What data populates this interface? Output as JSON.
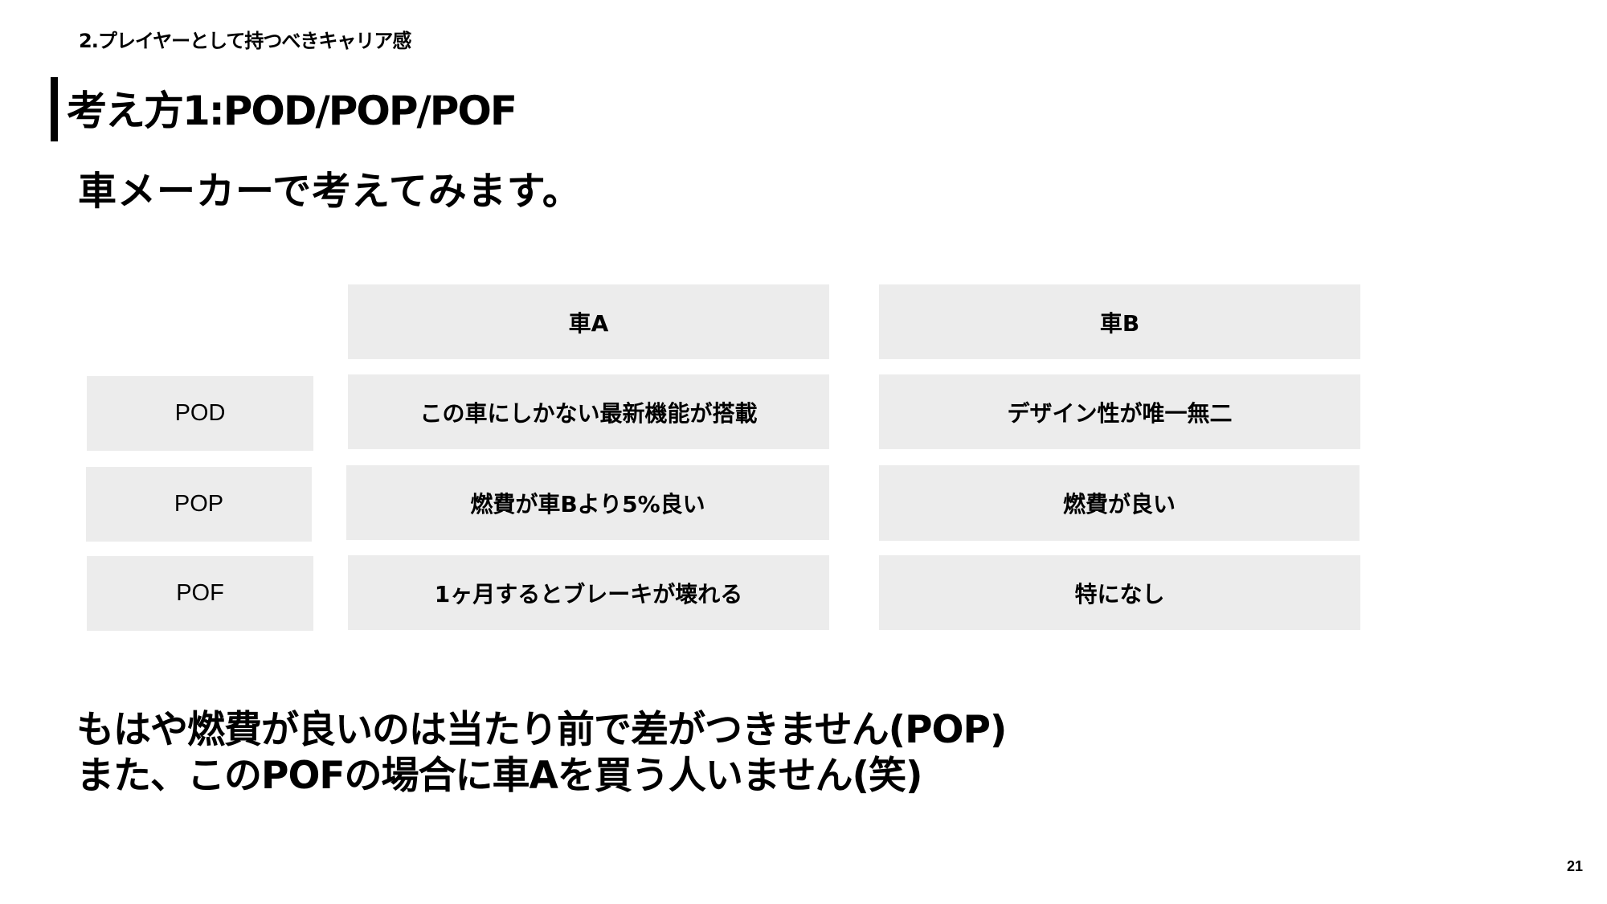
{
  "slide": {
    "breadcrumb": "2.プレイヤーとして持つべきキャリア感",
    "title": "考え方1:POD/POP/POF",
    "subtitle": "車メーカーで考えてみます。",
    "page_number": "21"
  },
  "table": {
    "columns": [
      "車A",
      "車B"
    ],
    "rows": [
      {
        "label": "POD",
        "cells": [
          "この車にしかない最新機能が搭載",
          "デザイン性が唯一無二"
        ]
      },
      {
        "label": "POP",
        "cells": [
          "燃費が車Bより5%良い",
          "燃費が良い"
        ]
      },
      {
        "label": "POF",
        "cells": [
          "1ヶ月するとブレーキが壊れる",
          "特になし"
        ]
      }
    ],
    "cell_color": "#ececec"
  },
  "conclusion": {
    "lines": [
      "もはや燃費が良いのは当たり前で差がつきません(POP)",
      "また、このPOFの場合に車Aを買う人いません(笑)"
    ]
  }
}
